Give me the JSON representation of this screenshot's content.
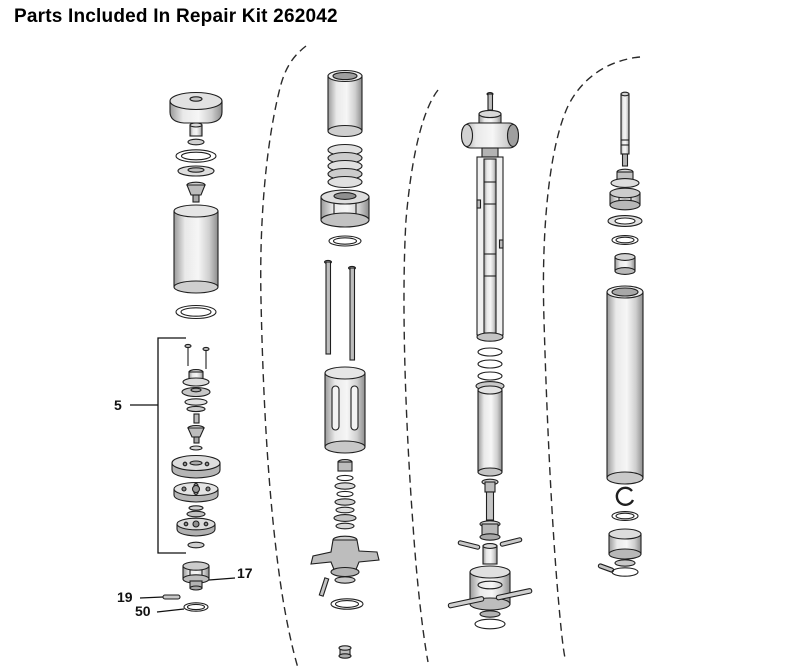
{
  "title": "Parts Included In Repair Kit 262042",
  "callouts": {
    "c5": "5",
    "c17": "17",
    "c19": "19",
    "c50": "50"
  },
  "colors": {
    "line": "#1f1f1f",
    "background": "#ffffff"
  }
}
